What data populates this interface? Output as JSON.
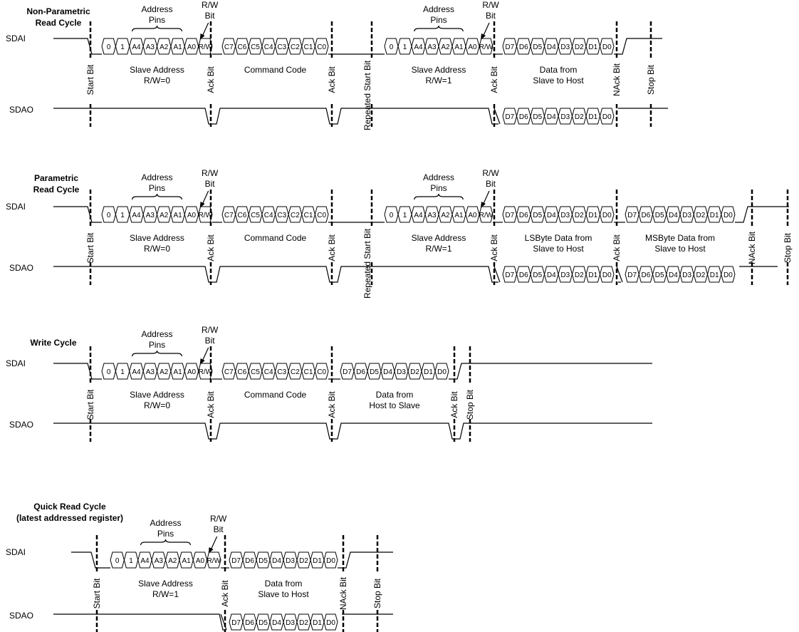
{
  "signals": {
    "input": "SDAI",
    "output": "SDAO"
  },
  "sections": [
    {
      "id": "non-parametric-read",
      "title": [
        "Non-Parametric",
        "Read Cycle"
      ],
      "frames": [
        {
          "kind": "addr",
          "rw_label": "R/W",
          "label": [
            "Slave Address",
            "R/W=0"
          ]
        },
        {
          "kind": "cmd",
          "label": [
            "Command Code"
          ]
        },
        {
          "kind": "addr",
          "rw_label": "R/W",
          "label": [
            "Slave Address",
            "R/W=1"
          ]
        },
        {
          "kind": "data",
          "label": [
            "Data from",
            "Slave to Host"
          ]
        }
      ],
      "markers": [
        "Start Bit",
        "Ack Bit",
        "Ack Bit",
        "Repeated Start Bit",
        "Ack Bit",
        "NAck Bit",
        "Stop Bit"
      ]
    },
    {
      "id": "parametric-read",
      "title": [
        "Parametric",
        "Read Cycle"
      ],
      "frames": [
        {
          "kind": "addr",
          "rw_label": "R/W",
          "label": [
            "Slave Address",
            "R/W=0"
          ]
        },
        {
          "kind": "cmd",
          "label": [
            "Command Code"
          ]
        },
        {
          "kind": "addr",
          "rw_label": "R/W",
          "label": [
            "Slave Address",
            "R/W=1"
          ]
        },
        {
          "kind": "data",
          "label": [
            "LSByte Data from",
            "Slave to Host"
          ]
        },
        {
          "kind": "data",
          "label": [
            "MSByte Data from",
            "Slave to Host"
          ]
        }
      ],
      "markers": [
        "Start Bit",
        "Ack Bit",
        "Ack Bit",
        "Repeated Start Bit",
        "Ack Bit",
        "Ack Bit",
        "NAck Bit",
        "Stop Bit"
      ]
    },
    {
      "id": "write",
      "title": [
        "Write Cycle"
      ],
      "frames": [
        {
          "kind": "addr",
          "rw_label": "R/W",
          "label": [
            "Slave Address",
            "R/W=0"
          ]
        },
        {
          "kind": "cmd",
          "label": [
            "Command Code"
          ]
        },
        {
          "kind": "data",
          "label": [
            "Data from",
            "Host to Slave"
          ]
        }
      ],
      "markers": [
        "Start Bit",
        "Ack Bit",
        "Ack Bit",
        "Ack Bit",
        "Stop Bit"
      ]
    },
    {
      "id": "quick-read",
      "title": [
        "Quick Read Cycle",
        "(latest addressed register)"
      ],
      "frames": [
        {
          "kind": "addr",
          "rw_label": "R/W",
          "label": [
            "Slave Address",
            "R/W=1"
          ]
        },
        {
          "kind": "data",
          "label": [
            "Data from",
            "Slave to Host"
          ]
        }
      ],
      "markers": [
        "Start Bit",
        "Ack Bit",
        "NAck Bit",
        "Stop Bit"
      ]
    }
  ],
  "bit_labels": {
    "addr": [
      "0",
      "1",
      "A4",
      "A3",
      "A2",
      "A1",
      "A0",
      "R/W"
    ],
    "cmd": [
      "C7",
      "C6",
      "C5",
      "C4",
      "C3",
      "C2",
      "C1",
      "C0"
    ],
    "data": [
      "D7",
      "D6",
      "D5",
      "D4",
      "D3",
      "D2",
      "D1",
      "D0"
    ]
  },
  "annotations": {
    "address_pins": [
      "Address",
      "Pins"
    ],
    "rw_bit": [
      "R/W",
      "Bit"
    ]
  }
}
